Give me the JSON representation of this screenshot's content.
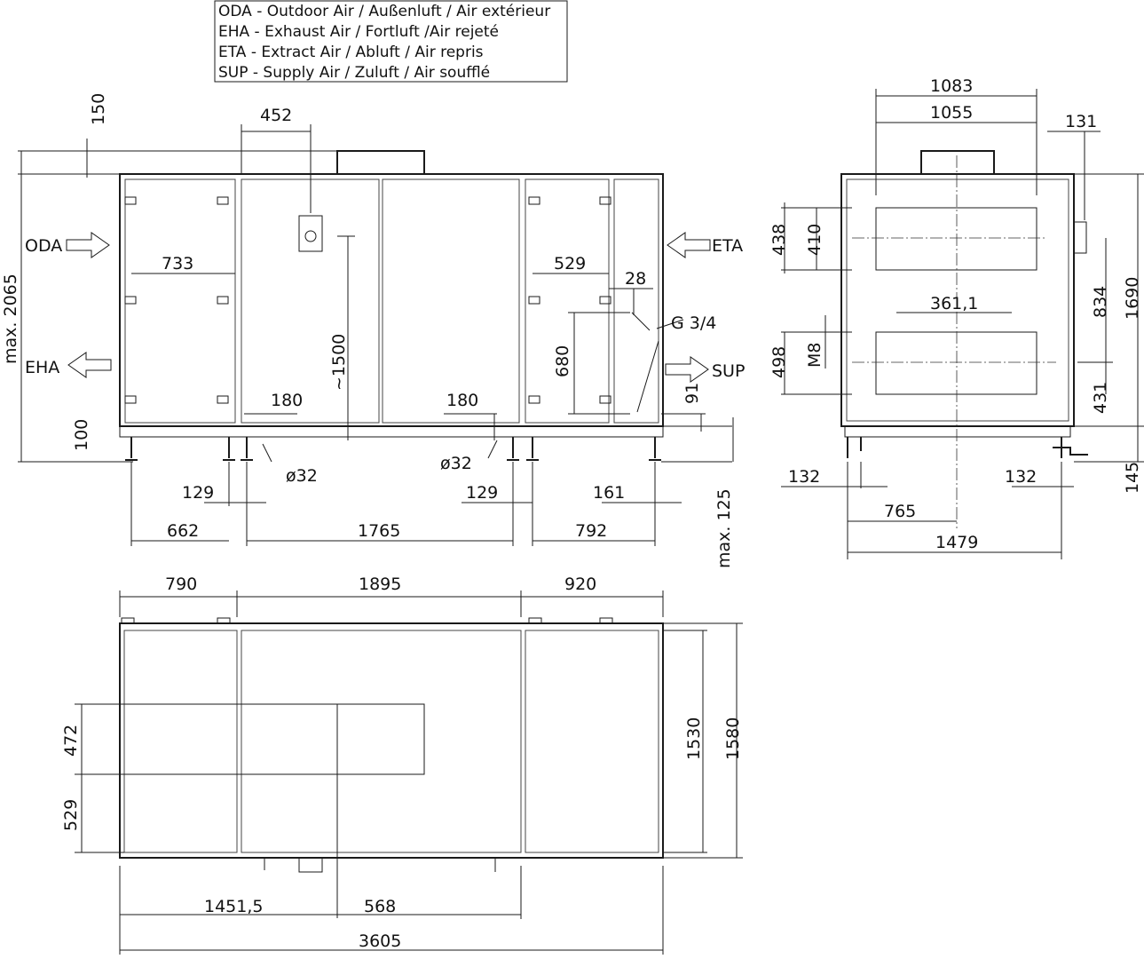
{
  "legend": [
    "ODA - Outdoor Air / Außenluft / Air extérieur",
    "EHA - Exhaust Air / Fortluft /Air rejeté",
    "ETA - Extract Air / Abluft / Air repris",
    "SUP - Supply Air / Zuluft / Air soufflé"
  ],
  "front": {
    "d150": "150",
    "d452": "452",
    "dmax2065": "max. 2065",
    "oda": "ODA",
    "eha": "EHA",
    "eta": "ETA",
    "sup": "SUP",
    "d733": "733",
    "d1500": "~1500",
    "d529": "529",
    "d28": "28",
    "g34": "G 3/4",
    "d680": "680",
    "d91": "91",
    "d180a": "180",
    "d180b": "180",
    "d100": "100",
    "o32a": "ø32",
    "o32b": "ø32",
    "d129a": "129",
    "d129b": "129",
    "d161": "161",
    "d662": "662",
    "d1765": "1765",
    "d792": "792",
    "dmax125": "max. 125"
  },
  "side": {
    "d1083": "1083",
    "d1055": "1055",
    "d131": "131",
    "d438": "438",
    "d410": "410",
    "d361": "361,1",
    "d498": "498",
    "m8": "M8",
    "d834": "834",
    "d1690": "1690",
    "d431": "431",
    "d145": "145",
    "d132a": "132",
    "d132b": "132",
    "d765": "765",
    "d1479": "1479"
  },
  "top": {
    "d790": "790",
    "d1895": "1895",
    "d920": "920",
    "d472": "472",
    "d529": "529",
    "d1530": "1530",
    "d1580": "1580",
    "d1451": "1451,5",
    "d568": "568",
    "d3605": "3605"
  }
}
